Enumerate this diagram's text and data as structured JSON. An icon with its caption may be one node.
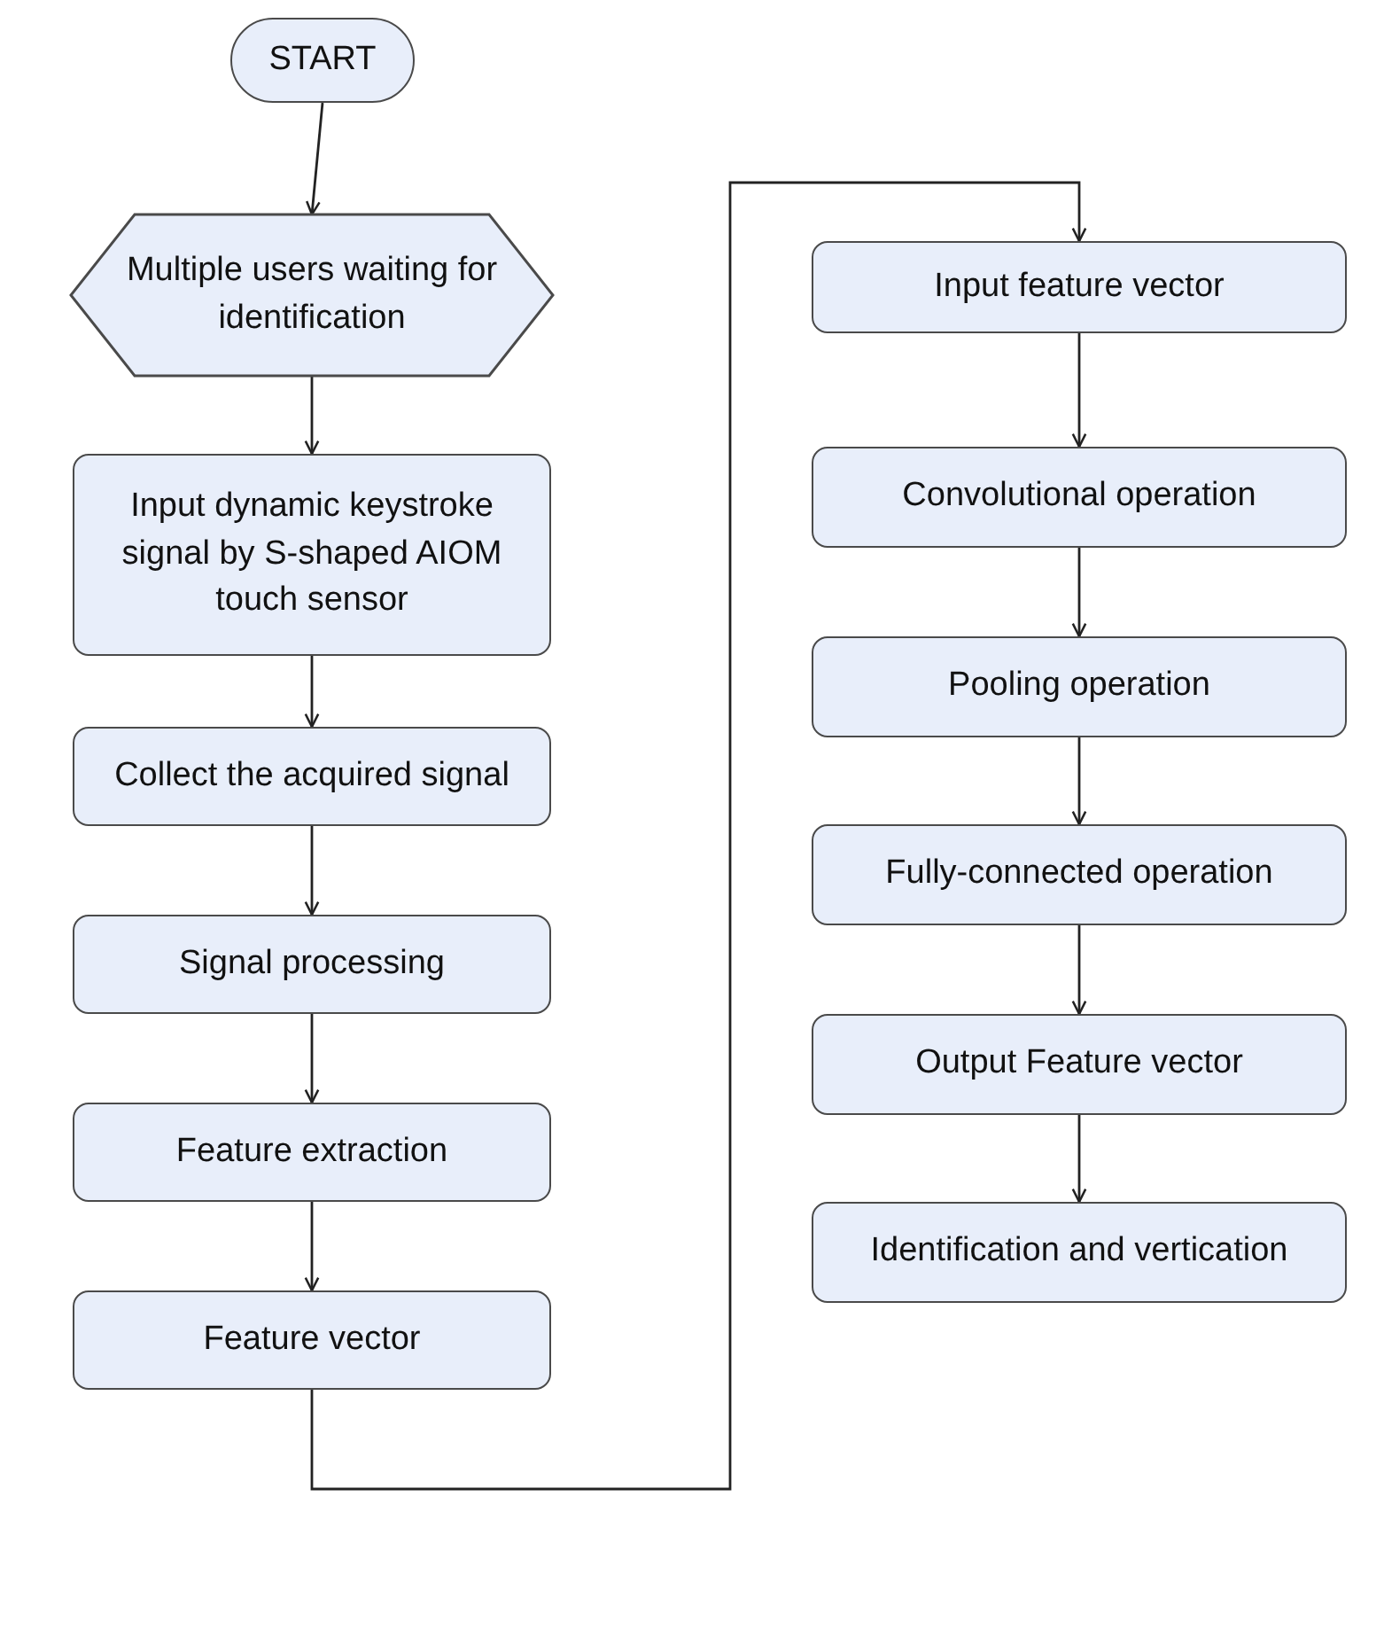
{
  "diagram": {
    "nodes": [
      {
        "text": [
          "START"
        ]
      },
      {
        "text": [
          "Multiple users waiting for identification"
        ]
      },
      {
        "text": [
          "Input dynamic keystroke signal by S-shaped AIOM touch sensor"
        ]
      },
      {
        "text": [
          "Collect the acquired signal"
        ]
      },
      {
        "text": [
          "Signal processing"
        ]
      },
      {
        "text": [
          "Feature extraction"
        ]
      },
      {
        "text": [
          "Feature vector"
        ]
      },
      {
        "text": [
          "Input feature vector"
        ]
      },
      {
        "text": [
          "Convolutional operation"
        ]
      },
      {
        "text": [
          "Pooling operation"
        ]
      },
      {
        "text": [
          "Fully-connected operation"
        ]
      },
      {
        "text": [
          "Output Feature vector"
        ]
      },
      {
        "text": [
          "Identification and vertication"
        ]
      }
    ],
    "edges": [
      {
        "from": 0,
        "to": 1,
        "arrow": "to"
      },
      {
        "from": 1,
        "to": 2,
        "arrow": "to"
      },
      {
        "from": 2,
        "to": 3,
        "arrow": "to"
      },
      {
        "from": 3,
        "to": 4,
        "arrow": "to"
      },
      {
        "from": 4,
        "to": 5,
        "arrow": "to"
      },
      {
        "from": 5,
        "to": 6,
        "arrow": "to"
      },
      {
        "from": 6,
        "to": 7,
        "arrow": "to"
      },
      {
        "from": 7,
        "to": 8,
        "arrow": "to"
      },
      {
        "from": 8,
        "to": 9,
        "arrow": "to"
      },
      {
        "from": 9,
        "to": 10,
        "arrow": "to"
      },
      {
        "from": 10,
        "to": 11,
        "arrow": "to"
      },
      {
        "from": 11,
        "to": 12,
        "arrow": "to"
      }
    ]
  }
}
